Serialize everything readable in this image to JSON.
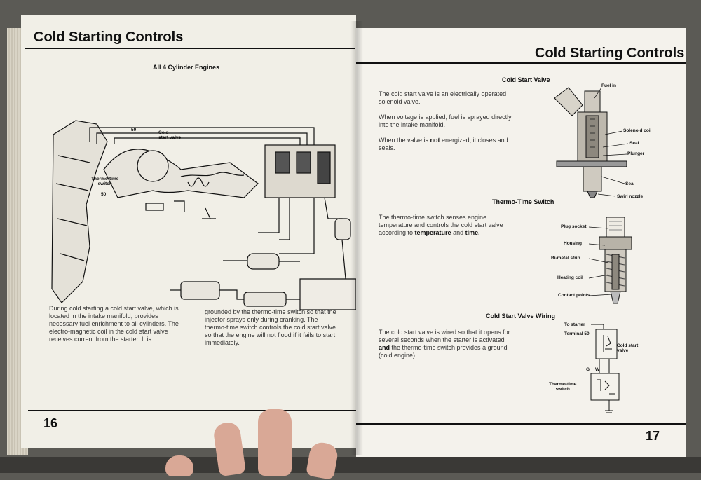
{
  "left_page": {
    "title": "Cold Starting Controls",
    "diagram_title": "All 4 Cylinder Engines",
    "labels": {
      "cold_start_valve": "Cold\nstart valve",
      "num_50_top": "50",
      "thermo_time_switch": "Thermo-time\nswitch",
      "num_50_left": "50"
    },
    "para_left": "During cold starting a cold start valve, which is\nlocated in the intake manifold, provides\nnecessary fuel enrichment to all cylinders. The\nelectro-magnetic coil in the cold start valve\nreceives current from the starter. It is",
    "para_right": "grounded by the thermo-time switch so that the\ninjector sprays only during cranking. The\nthermo-time switch controls the cold start valve\nso that the engine will not flood if it fails to start\nimmediately.",
    "page_number": "16"
  },
  "right_page": {
    "title": "Cold Starting Controls",
    "section1": {
      "heading": "Cold Start Valve",
      "p1": "The cold start valve is an electrically operated\nsolenoid valve.",
      "p2": "When voltage is applied, fuel is sprayed directly\ninto the intake manifold.",
      "p3_a": "When the valve is ",
      "p3_b": "not",
      "p3_c": " energized, it closes and\nseals.",
      "labels": {
        "fuel_in": "Fuel in",
        "solenoid_coil": "Solenoid coil",
        "seal_top": "Seal",
        "plunger": "Plunger",
        "seal_bottom": "Seal",
        "swirl_nozzle": "Swirl nozzle"
      }
    },
    "section2": {
      "heading": "Thermo-Time Switch",
      "p1_a": "The thermo-time switch senses engine\ntemperature and controls the cold start valve\naccording to ",
      "p1_b": "temperature",
      "p1_c": " and ",
      "p1_d": "time.",
      "labels": {
        "plug_socket": "Plug socket",
        "housing": "Housing",
        "bimetal_strip": "Bi-metal strip",
        "heating_coil": "Heating coil",
        "contact_points": "Contact points"
      }
    },
    "section3": {
      "heading": "Cold Start Valve Wiring",
      "p1_a": "The cold start valve is wired so that it opens for\nseveral seconds when the starter is activated\n",
      "p1_b": "and",
      "p1_c": " the thermo-time switch provides a ground\n(cold engine).",
      "labels": {
        "to_starter": "To starter",
        "terminal_50": "Terminal 50",
        "cold_start_valve": "Cold start\nvalve",
        "g": "G",
        "w": "W",
        "thermo_time_switch": "Thermo-time\nswitch"
      }
    },
    "page_number": "17"
  },
  "colors": {
    "paper": "#f3f1ea",
    "ink": "#111111",
    "background": "#5b5a55"
  }
}
